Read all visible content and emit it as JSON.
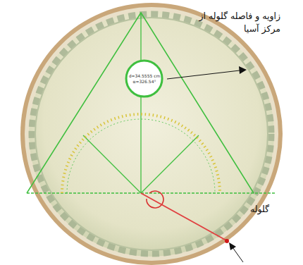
{
  "diagram": {
    "nodes": [
      {
        "text": [
          "d=34.5555 cm",
          "α=326.54°"
        ]
      }
    ],
    "labels": [
      "زاویه و فاصله گلوله از مرکز آسیا",
      "گلوله"
    ]
  }
}
